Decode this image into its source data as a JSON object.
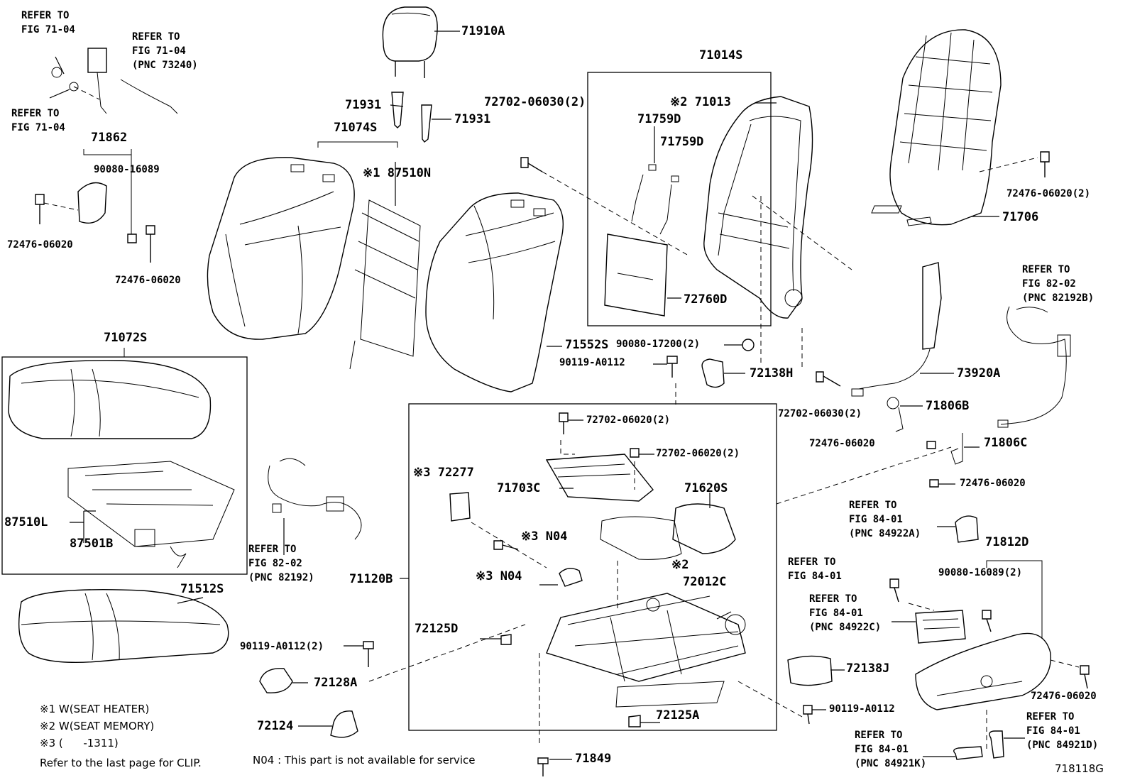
{
  "diagram_id": "718118G",
  "part_labels": {
    "p71910A": "71910A",
    "p71931a": "71931",
    "p71931b": "71931",
    "p71074S": "71074S",
    "p87510N": "※1 87510N",
    "p71014S": "71014S",
    "p71013": "※2 71013",
    "p71759D1": "71759D",
    "p71759D2": "71759D",
    "p72760D": "72760D",
    "p72702_06030_a": "72702-06030(2)",
    "p71862": "71862",
    "p90080_16089": "90080-16089",
    "p72476_06020_a": "72476-06020",
    "p72476_06020_b": "72476-06020",
    "p72476_06020_c": "72476-06020(2)",
    "p71706": "71706",
    "p71072S": "71072S",
    "p87510L": "87510L",
    "p87501B": "87501B",
    "p71512S": "71512S",
    "p90119_A0112_a": "90119-A0112(2)",
    "p72128A": "72128A",
    "p72124": "72124",
    "p71552S": "71552S",
    "p90080_17200": "90080-17200(2)",
    "p90119_A0112_b": "90119-A0112",
    "p72138H": "72138H",
    "p72702_06030_b": "72702-06030(2)",
    "p73920A": "73920A",
    "p71806B": "71806B",
    "p72476_06020_d": "72476-06020",
    "p71806C": "71806C",
    "p72476_06020_e": "72476-06020",
    "p72702_06020_a": "72702-06020(2)",
    "p72702_06020_b": "72702-06020(2)",
    "p72277": "※3 72277",
    "p71703C": "71703C",
    "p71620S": "71620S",
    "pN04a": "※3 N04",
    "pN04b": "※3 N04",
    "p71120B": "71120B",
    "p72012C_mark": "※2",
    "p72012C": "72012C",
    "p72125D": "72125D",
    "p72125A": "72125A",
    "p71849": "71849",
    "p71812D": "71812D",
    "p90080_16089_b": "90080-16089(2)",
    "p72138J": "72138J",
    "p90119_A0112_c": "90119-A0112",
    "p72476_06020_f": "72476-06020"
  },
  "references": {
    "r1": "REFER TO\nFIG 71-04",
    "r2": "REFER TO\nFIG 71-04\n(PNC 73240)",
    "r3": "REFER TO\nFIG 71-04",
    "r4": "REFER TO\nFIG 82-02\n(PNC 82192B)",
    "r5": "REFER TO\nFIG 82-02\n(PNC 82192)",
    "r6": "REFER TO\nFIG 84-01\n(PNC 84922A)",
    "r7": "REFER TO\nFIG 84-01",
    "r8": "REFER TO\nFIG 84-01\n(PNC 84922C)",
    "r9": "REFER TO\nFIG 84-01\n(PNC 84921K)",
    "r10": "REFER TO\nFIG 84-01\n(PNC 84921D)"
  },
  "legend": {
    "n1": "※1 W(SEAT HEATER)",
    "n2": "※2 W(SEAT MEMORY)",
    "n3": "※3 (      -1311)",
    "clip": "Refer to the last page for CLIP.",
    "n04": "N04 : This part is not available for service"
  }
}
